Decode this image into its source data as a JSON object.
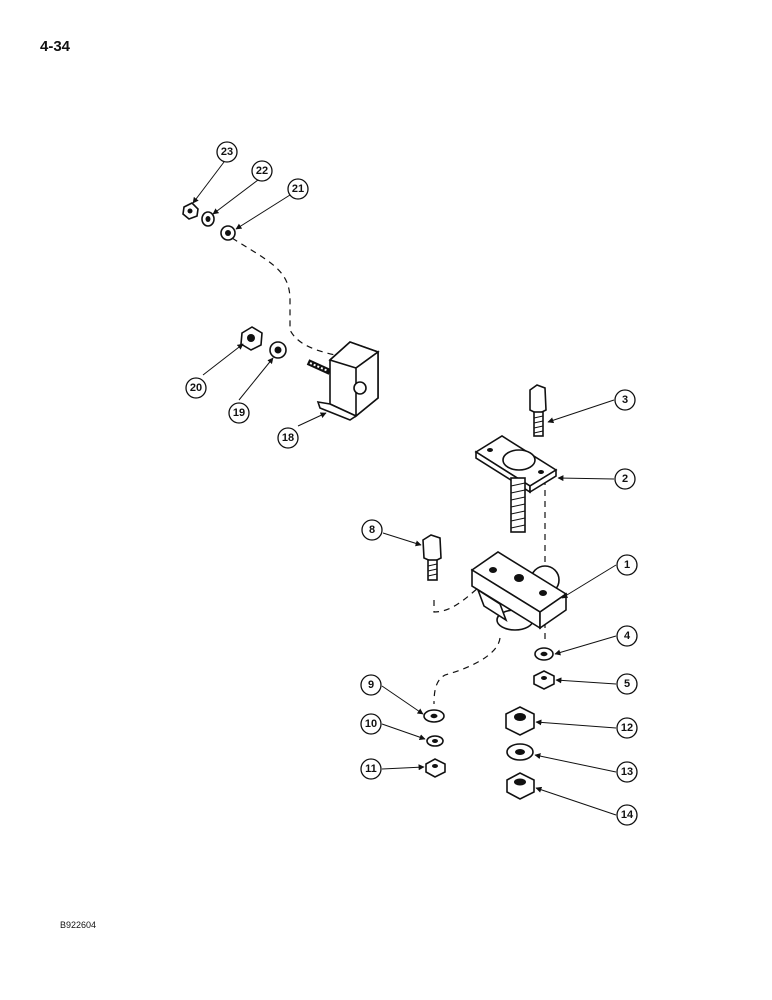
{
  "page": {
    "number": "4-34",
    "drawing_code": "B922604"
  },
  "callouts": [
    "1",
    "2",
    "3",
    "4",
    "5",
    "8",
    "9",
    "10",
    "11",
    "12",
    "13",
    "14",
    "18",
    "19",
    "20",
    "21",
    "22",
    "23"
  ]
}
